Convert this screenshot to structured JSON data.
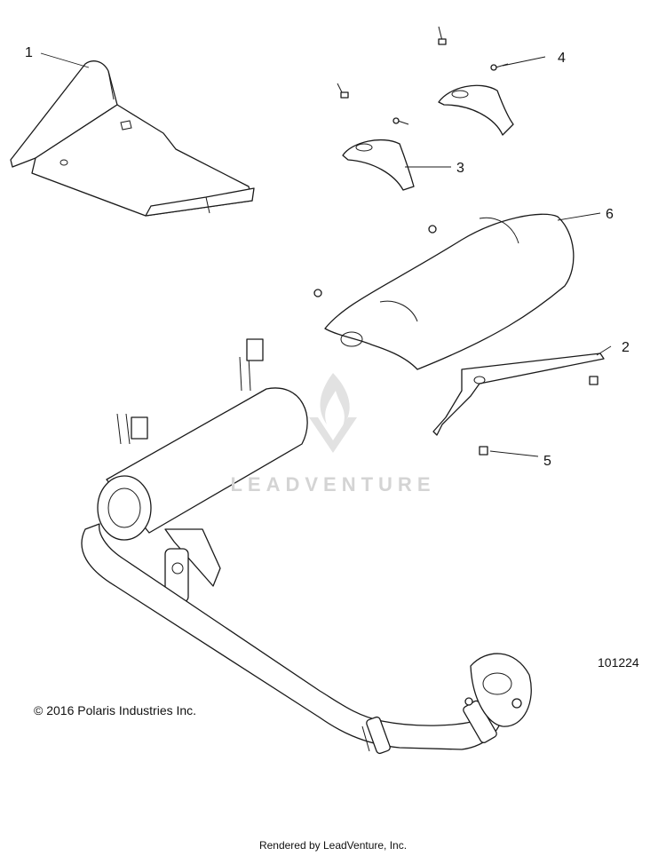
{
  "callouts": [
    {
      "id": "callout-1",
      "label": "1"
    },
    {
      "id": "callout-2",
      "label": "2"
    },
    {
      "id": "callout-3",
      "label": "3"
    },
    {
      "id": "callout-4",
      "label": "4"
    },
    {
      "id": "callout-5",
      "label": "5"
    },
    {
      "id": "callout-6",
      "label": "6"
    }
  ],
  "figure_number": "101224",
  "copyright": "© 2016 Polaris Industries Inc.",
  "footer": "Rendered by LeadVenture, Inc.",
  "watermark": "LEADVENTURE",
  "colors": {
    "line": "#1a1a1a",
    "watermark": "#d4d4d4",
    "background": "#ffffff"
  }
}
